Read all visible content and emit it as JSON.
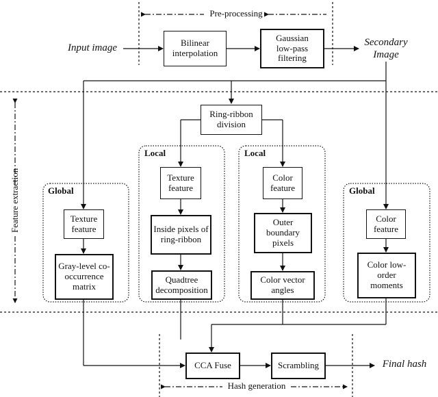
{
  "preprocessing": {
    "label": "Pre-processing",
    "input_label": "Input image",
    "output_label_line1": "Secondary",
    "output_label_line2": "Image",
    "bilinear": "Bilinear interpolation",
    "gaussian": "Gaussian low-pass filtering"
  },
  "feature_extraction": {
    "label": "Feature extraction",
    "ring": "Ring-ribbon division",
    "group_global_left": "Global",
    "group_local_left": "Local",
    "group_local_right": "Local",
    "group_global_right": "Global",
    "g1_texture": "Texture feature",
    "g1_glcm": "Gray-level co-occurrence matrix",
    "l1_texture": "Texture feature",
    "l1_inside": "Inside pixels of ring-ribbon",
    "l1_quadtree": "Quadtree decomposition",
    "l2_color": "Color feature",
    "l2_outer": "Outer boundary pixels",
    "l2_angles": "Color vector angles",
    "g2_color": "Color feature",
    "g2_moments": "Color low-order moments"
  },
  "hash_generation": {
    "label": "Hash generation",
    "cca": "CCA Fuse",
    "scrambling": "Scrambling",
    "final_label": "Final hash"
  }
}
